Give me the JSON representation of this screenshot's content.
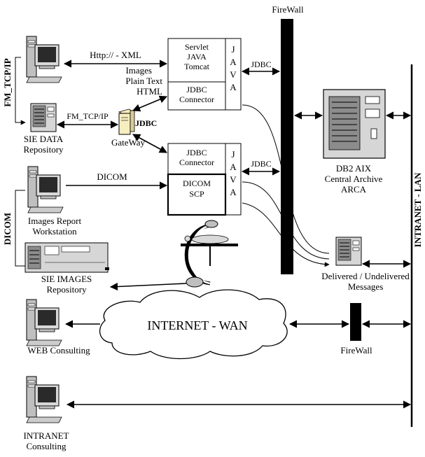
{
  "labels": {
    "firewall_top": "FireWall",
    "firewall_bottom": "FireWall",
    "intranet_lan": "INTRANET - LAN",
    "fm_tcpip_vertical": "FM_TCP/IP",
    "dicom_vertical": "DICOM",
    "http_xml": "Http://   -   XML",
    "images": "Images",
    "plain_text": "Plain Text",
    "html": "HTML",
    "fm_tcpip_arrow": "FM_TCP/IP",
    "dicom_arrow": "DICOM",
    "jdbc_top": "JDBC",
    "jdbc_gateway": "JDBC",
    "jdbc_mid": "JDBC",
    "internet_wan": "INTERNET - WAN"
  },
  "servlet_box": {
    "line1": "Servlet",
    "line2": "JAVA",
    "line3": "Tomcat"
  },
  "jdbc_connector_top": {
    "line1": "JDBC",
    "line2": "Connector"
  },
  "jdbc_connector_mid": {
    "line1": "JDBC",
    "line2": "Connector"
  },
  "dicom_scp": {
    "line1": "DICOM",
    "line2": "SCP"
  },
  "java_top": {
    "l1": "J",
    "l2": "A",
    "l3": "V",
    "l4": "A"
  },
  "java_mid": {
    "l1": "J",
    "l2": "A",
    "l3": "V",
    "l4": "A"
  },
  "nodes": {
    "sie_data": {
      "line1": "SIE DATA",
      "line2": "Repository"
    },
    "gateway": {
      "line1": "GateWay"
    },
    "images_report": {
      "line1": "Images Report",
      "line2": "Workstation"
    },
    "sie_images": {
      "line1": "SIE IMAGES",
      "line2": "Repository"
    },
    "db2": {
      "line1": "DB2 AIX",
      "line2": "Central Archive",
      "line3": "ARCA"
    },
    "messages": {
      "line1": "Delivered / Undelivered",
      "line2": "Messages"
    },
    "web_consulting": {
      "line1": "WEB Consulting"
    },
    "intranet_consulting": {
      "line1": "INTRANET",
      "line2": "Consulting"
    }
  }
}
